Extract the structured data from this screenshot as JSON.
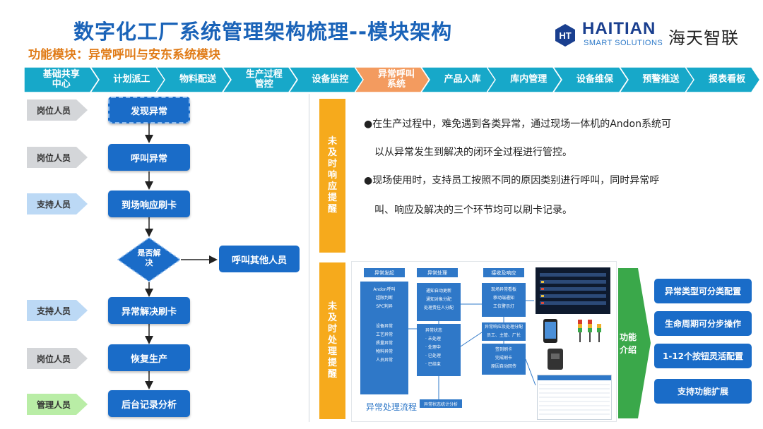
{
  "header": {
    "title": "数字化工厂系统管理架构梳理--模块架构",
    "subtitle": "功能模块：异常呼叫与安东系统模块"
  },
  "logo": {
    "badge": "HT",
    "name": "HAITIAN",
    "tagline": "SMART SOLUTIONS",
    "cn_name": "海天智联"
  },
  "nav": {
    "items": [
      {
        "label": "基础共享中心"
      },
      {
        "label": "计划派工"
      },
      {
        "label": "物料配送"
      },
      {
        "label": "生产过程管控"
      },
      {
        "label": "设备监控"
      },
      {
        "label": "异常呼叫系统",
        "active": true
      },
      {
        "label": "产品入库"
      },
      {
        "label": "库内管理"
      },
      {
        "label": "设备维保"
      },
      {
        "label": "预警推送"
      },
      {
        "label": "报表看板"
      }
    ],
    "colors": {
      "normal": "#17a8c9",
      "active": "#f39b5f"
    }
  },
  "flow": {
    "roles": [
      "岗位人员",
      "岗位人员",
      "支持人员",
      "支持人员",
      "岗位人员",
      "管理人员"
    ],
    "steps": [
      "发现异常",
      "呼叫异常",
      "到场响应刷卡",
      "异常解决刷卡",
      "恢复生产",
      "后台记录分析"
    ],
    "decision": "是否解决",
    "side": "呼叫其他人员"
  },
  "panels": {
    "reminder_top": "未及时响应提醒",
    "reminder_bottom": "未及时处理提醒"
  },
  "bullets": [
    "●在生产过程中，难免遇到各类异常，通过现场一体机的Andon系统可",
    "以从异常发生到解决的闭环全过程进行管控。",
    "●现场使用时，支持员工按照不同的原因类别进行呼叫，同时异常呼",
    "叫、响应及解决的三个环节均可以刷卡记录。"
  ],
  "screenshot": {
    "col1_head": "异常发起",
    "col2_head": "异常处理",
    "col3_head": "接收及响应",
    "col1_top": [
      "Andon呼叫",
      "超限判断",
      "SPC判异"
    ],
    "col1_bottom": [
      "设备异常",
      "工艺异常",
      "质量异常",
      "物料异常",
      "人员异常"
    ],
    "col2_top": [
      "通知自动更新",
      "通知对象分配",
      "处理责任人分配"
    ],
    "col2_bottom": [
      "异常状态",
      "· 未处理",
      "· 处理中",
      "· 已处理",
      "· 已结束"
    ],
    "col3_top": [
      "现场异常看板",
      "移动端通知",
      "工位警示灯"
    ],
    "col3_mid": [
      "异常响应及处理分配",
      "员工、主管、厂长"
    ],
    "col3_bottom": [
      "签到刷卡",
      "完成刷卡",
      "原因自动回传"
    ],
    "bottom_box": "异常状态统计分析",
    "label": "异常处理流程"
  },
  "features": {
    "label": "功能介绍",
    "items": [
      "异常类型可分类配置",
      "生命周期可分步操作",
      "1-12个按钮灵活配置",
      "支持功能扩展"
    ]
  }
}
